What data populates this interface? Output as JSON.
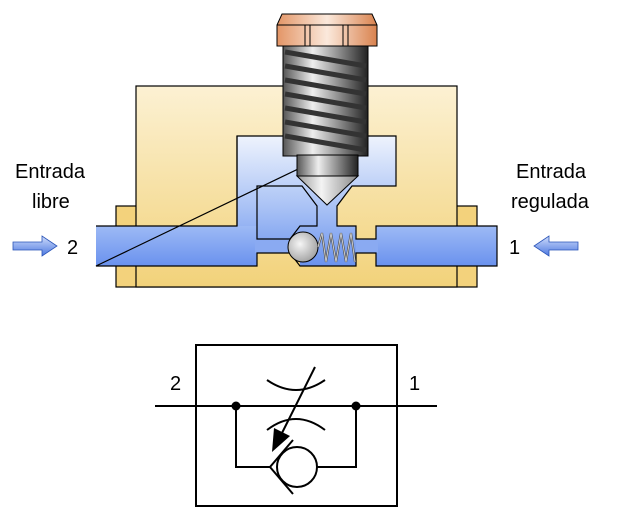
{
  "title": "Throttle check valve (flow control valve) cross-section and symbol",
  "labels": {
    "left_line1": "Entrada",
    "left_line2": "libre",
    "right_line1": "Entrada",
    "right_line2": "regulada",
    "port_left": "2",
    "port_right": "1"
  },
  "symbol": {
    "port_left": "2",
    "port_right": "1"
  },
  "colors": {
    "body": "#f5d98a",
    "fluid": "#6f98f0",
    "bolt_head": "#e0905a"
  }
}
